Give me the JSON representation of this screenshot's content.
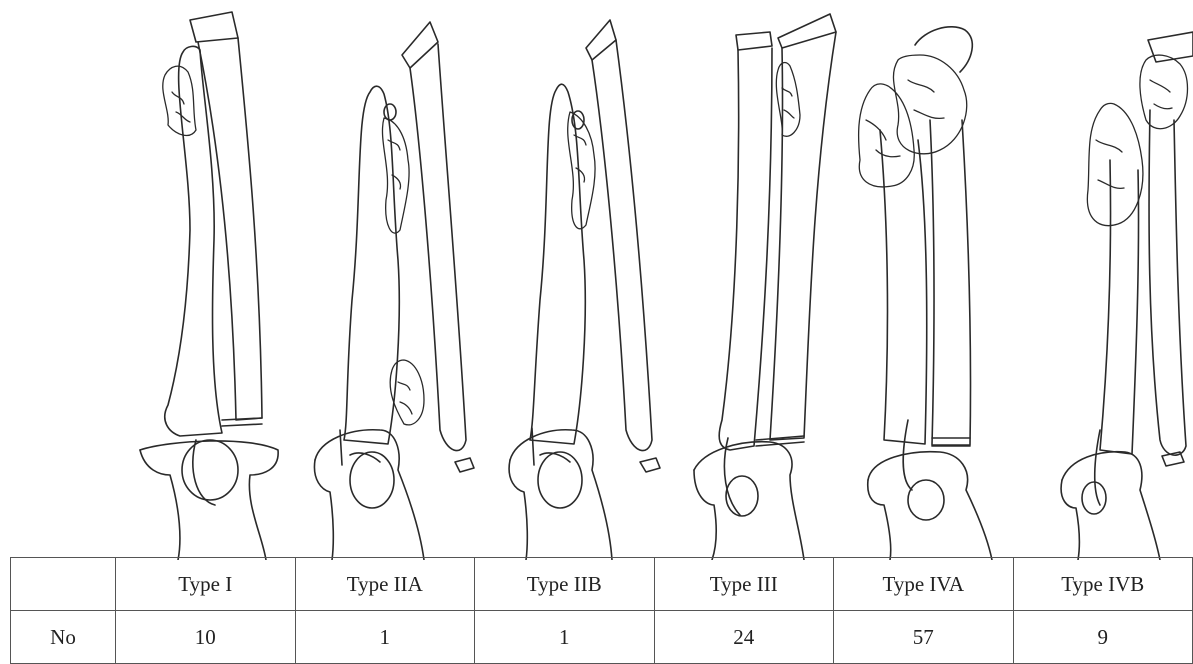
{
  "table": {
    "header": [
      "",
      "Type I",
      "Type IIA",
      "Type IIB",
      "Type III",
      "Type IVA",
      "Type IVB"
    ],
    "row": {
      "label": "No",
      "values": [
        "10",
        "1",
        "1",
        "24",
        "57",
        "9"
      ]
    }
  },
  "colors": {
    "line": "#2a2a2a",
    "border": "#555555",
    "background": "#ffffff"
  }
}
